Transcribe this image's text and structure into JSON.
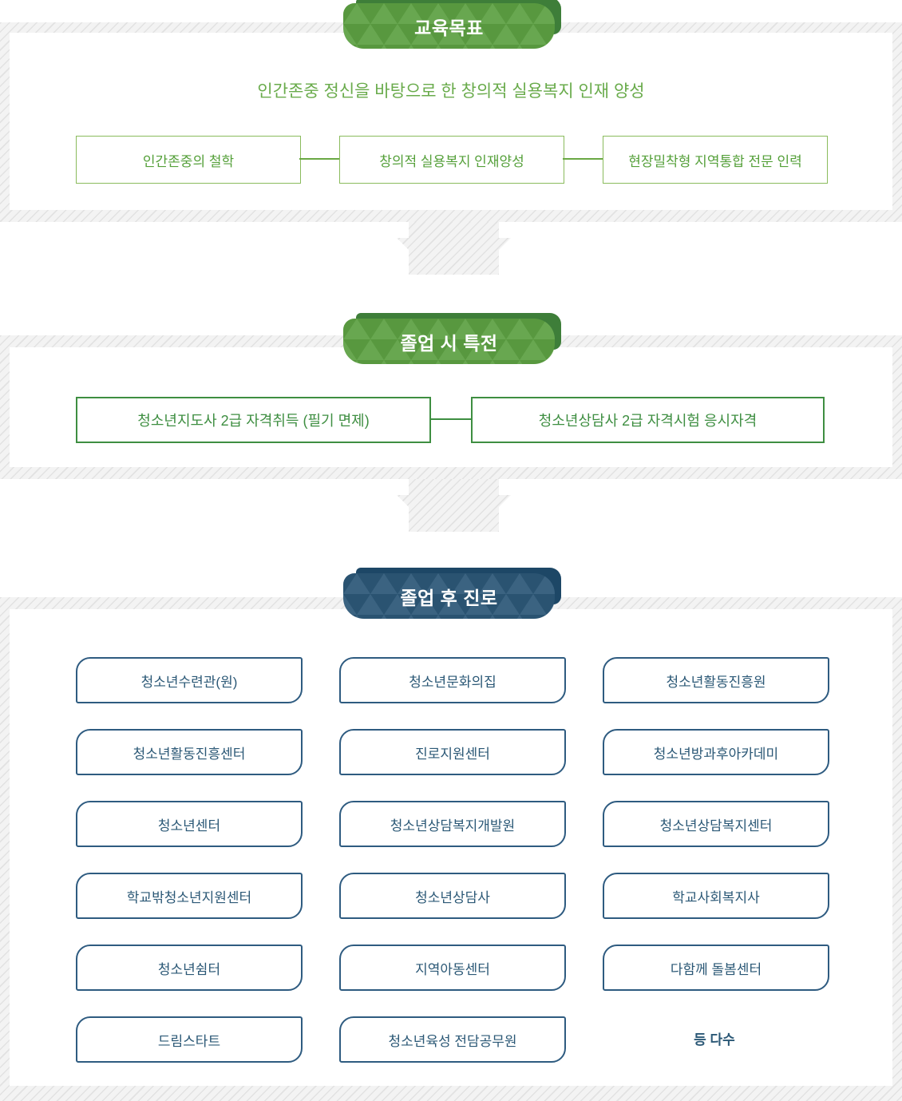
{
  "sections": [
    {
      "id": "goals",
      "badge_label": "교육목표",
      "headline": "인간존중 정신을 바탕으로 한 창의적 실용복지 인재 양성",
      "boxes": [
        "인간존중의 철학",
        "창의적 실용복지 인재양성",
        "현장밀착형 지역통합 전문 인력"
      ]
    },
    {
      "id": "benefits",
      "badge_label": "졸업 시 특전",
      "boxes": [
        "청소년지도사 2급 자격취득 (필기 면제)",
        "청소년상담사 2급 자격시험 응시자격"
      ]
    },
    {
      "id": "careers",
      "badge_label": "졸업 후 진로",
      "items": [
        {
          "label": "청소년수련관(원)",
          "boxed": true
        },
        {
          "label": "청소년문화의집",
          "boxed": true
        },
        {
          "label": "청소년활동진흥원",
          "boxed": true
        },
        {
          "label": "청소년활동진흥센터",
          "boxed": true
        },
        {
          "label": "진로지원센터",
          "boxed": true
        },
        {
          "label": "청소년방과후아카데미",
          "boxed": true
        },
        {
          "label": "청소년센터",
          "boxed": true
        },
        {
          "label": "청소년상담복지개발원",
          "boxed": true
        },
        {
          "label": "청소년상담복지센터",
          "boxed": true
        },
        {
          "label": "학교밖청소년지원센터",
          "boxed": true
        },
        {
          "label": "청소년상담사",
          "boxed": true
        },
        {
          "label": "학교사회복지사",
          "boxed": true
        },
        {
          "label": "청소년쉼터",
          "boxed": true
        },
        {
          "label": "지역아동센터",
          "boxed": true
        },
        {
          "label": "다함께 돌봄센터",
          "boxed": true
        },
        {
          "label": "드림스타트",
          "boxed": true
        },
        {
          "label": "청소년육성 전담공무원",
          "boxed": true
        },
        {
          "label": "등 다수",
          "boxed": false
        }
      ]
    }
  ],
  "colors": {
    "green": "#5da143",
    "green_dark": "#3e7e39",
    "navy": "#2d5878",
    "navy_dark": "#1d4766",
    "headline_green": "#69ab4b",
    "goal_border": "#8abb5c",
    "goal_text": "#55a03a",
    "conn_green": "#69a844",
    "qual_green": "#3e8e41",
    "career_border": "#2e5b80",
    "career_text": "#2b5876",
    "hatch_line": "#e2e2e2",
    "hatch_bg": "#f3f3f3"
  }
}
